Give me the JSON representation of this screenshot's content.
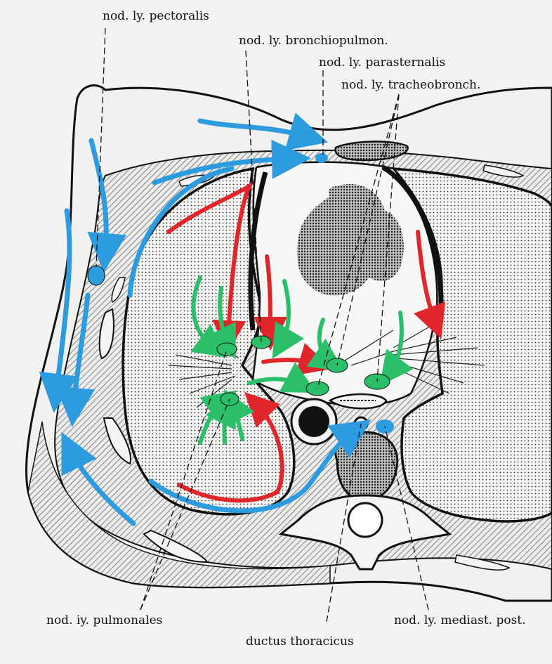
{
  "labels": {
    "pectoralis": "nod. ly. pectoralis",
    "bronchiopulmon": "nod. ly. bronchiopulmon.",
    "parasternalis": "nod. ly. parasternalis",
    "tracheobronch": "nod. ly. tracheobronch.",
    "pulmonales": "nod. iy. pulmonales",
    "ductus": "ductus thoracicus",
    "mediast": "nod. ly. mediast. post."
  },
  "colors": {
    "lymph_blue": "#2d9be0",
    "lymph_red": "#e1262b",
    "lymph_green": "#2bbf6a",
    "ink": "#111111",
    "paper": "#f3f3f1"
  }
}
